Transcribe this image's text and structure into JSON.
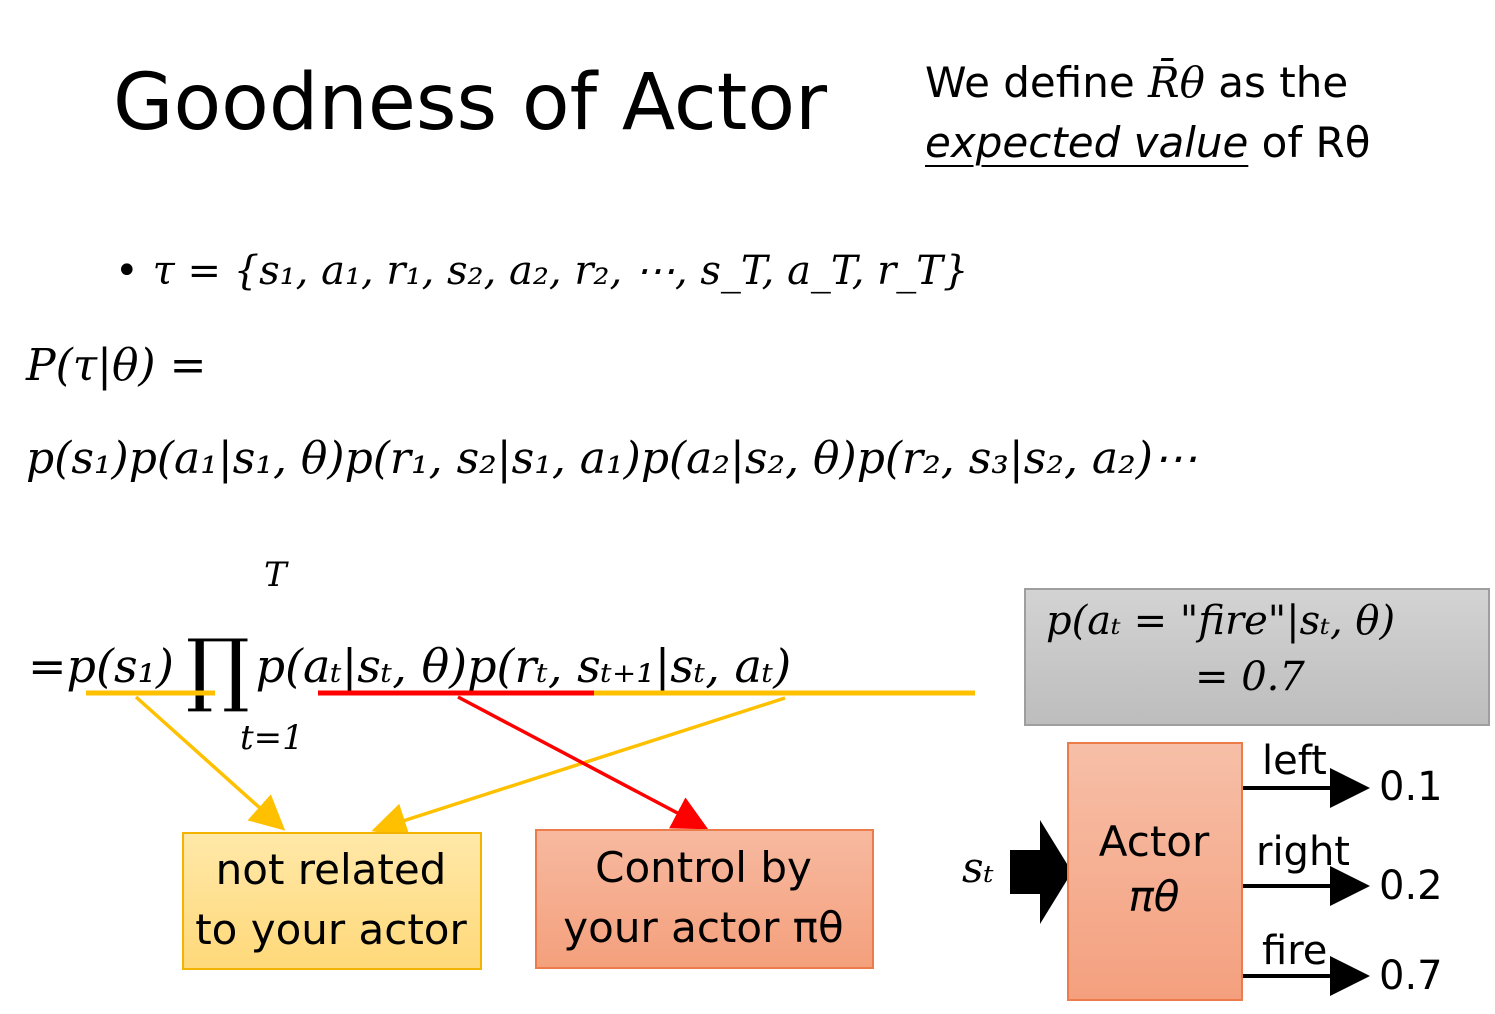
{
  "title": "Goodness of Actor",
  "definition": {
    "line1_prefix": "We define ",
    "line1_symbol": "R̄θ",
    "line1_suffix": " as the",
    "line2_emph": "expected value",
    "line2_suffix": " of Rθ"
  },
  "bullet_eq": "τ = {s₁, a₁, r₁, s₂, a₂, r₂, ⋯, s_T, a_T, r_T}",
  "p_tau_lhs": "P(τ|θ) =",
  "p_tau_expansion": "p(s₁)p(a₁|s₁, θ)p(r₁, s₂|s₁, a₁)p(a₂|s₂, θ)p(r₂, s₃|s₂, a₂)⋯",
  "product_formula": {
    "equals": "= ",
    "initial_term": "p(s₁)",
    "product_symbol": "∏",
    "upper_limit": "T",
    "lower_limit": "t=1",
    "actor_term": "p(aₜ|sₜ, θ)",
    "env_term": "p(rₜ, sₜ₊₁|sₜ, aₜ)"
  },
  "example_box": {
    "line1": "p(aₜ = \"fire\"|sₜ, θ)",
    "line2": "= 0.7"
  },
  "labels": {
    "not_related_l1": "not related",
    "not_related_l2": "to your actor",
    "control_l1": "Control by",
    "control_l2": "your actor πθ"
  },
  "actor_diagram": {
    "input": "sₜ",
    "box_l1": "Actor",
    "box_l2": "πθ",
    "outputs": [
      {
        "action": "left",
        "prob": "0.1"
      },
      {
        "action": "right",
        "prob": "0.2"
      },
      {
        "action": "fire",
        "prob": "0.7"
      }
    ]
  },
  "colors": {
    "yellow_underline": "#FFC000",
    "red_underline": "#FF0000",
    "grey_box": "#C8C8C8",
    "yellow_box": "#FFD97A",
    "orange_box": "#F4A07C"
  }
}
